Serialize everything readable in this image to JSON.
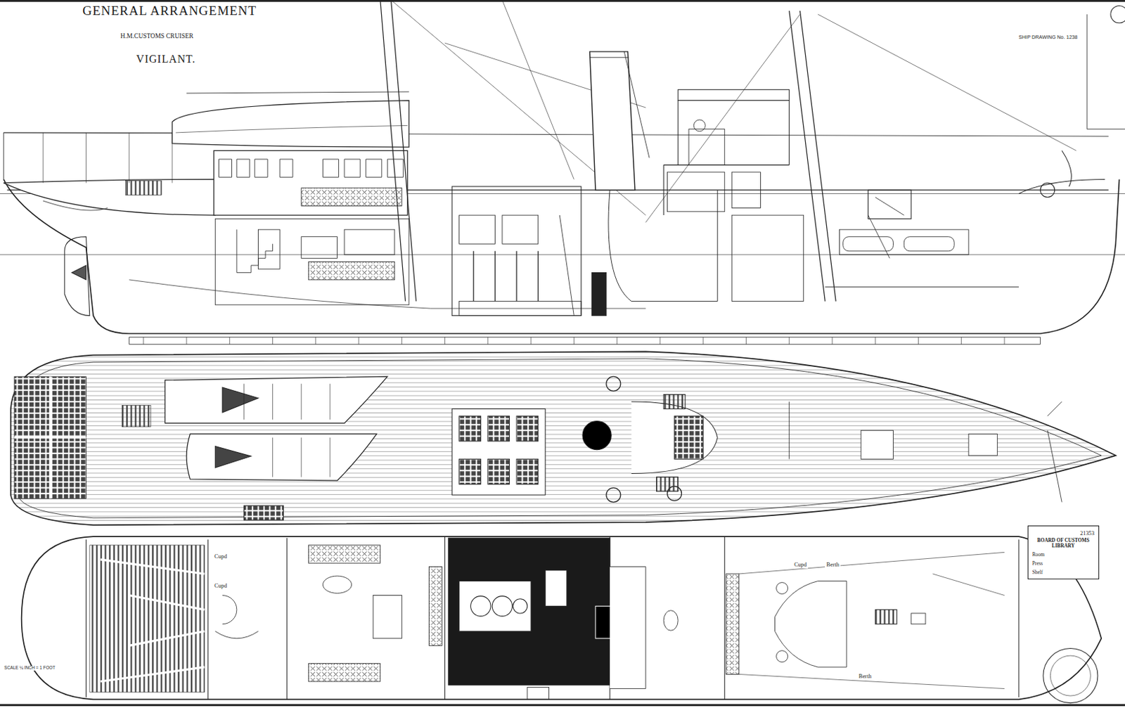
{
  "diagram": {
    "title": "GENERAL ARRANGEMENT",
    "nodes": [
      {
        "text": [
          "21353",
          "BOARD OF CUSTOMS LIBRARY",
          "Room",
          "Press",
          "Shelf"
        ]
      }
    ],
    "labels": [
      "H.M.CUSTOMS CRUISER",
      "VIGILANT.",
      "SHIP DRAWING No. 1238",
      "Cupd",
      "Cupd",
      "Cupd",
      "Berth",
      "Berth",
      "SCALE ¼ INCH = 1 FOOT"
    ]
  }
}
